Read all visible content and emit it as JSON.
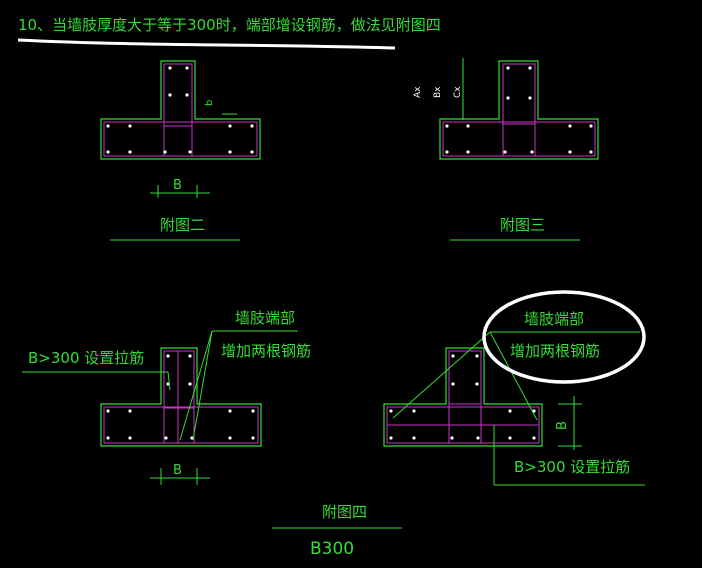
{
  "note": {
    "text": "10、当墙肢厚度大于等于300时，端部增设钢筋，做法见附图四"
  },
  "figures": {
    "fig2": {
      "caption": "附图二",
      "dim_b": "B",
      "dim_b_small": "b"
    },
    "fig3": {
      "caption": "附图三",
      "labels": [
        "Ax",
        "Bx",
        "Cx"
      ]
    },
    "fig4": {
      "caption": "附图四",
      "sub": "B300",
      "left_label_1": "墙肢端部",
      "left_label_2": "增加两根钢筋",
      "left_tie": "B>300 设置拉筋",
      "left_dim": "B",
      "right_label_1": "墙肢端部",
      "right_label_2": "增加两根钢筋",
      "right_tie": "B>300 设置拉筋",
      "right_dim": "B"
    }
  },
  "colors": {
    "background": "#000000",
    "outline": "#33dd33",
    "rebar": "#cc33cc",
    "text": "#33dd33",
    "highlight": "#ffffff"
  }
}
